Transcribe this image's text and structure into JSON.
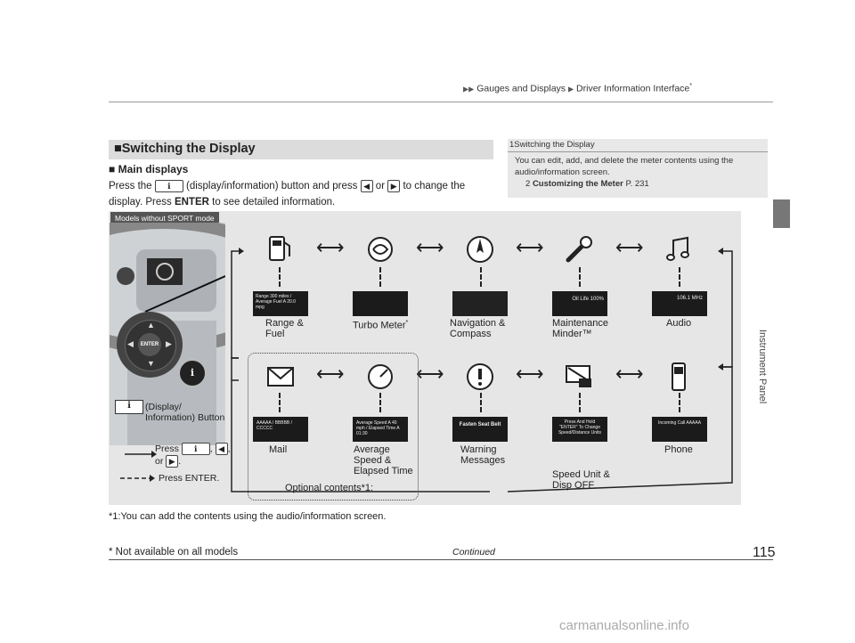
{
  "header": {
    "section": "Gauges and Displays",
    "subsection": "Driver Information Interface",
    "asterisk": "*"
  },
  "side_label": "Instrument Panel",
  "section_title": "Switching the Display",
  "subsection": "Main displays",
  "body": {
    "p1": "Press the",
    "p2": "(display/information) button and press",
    "p3": "or",
    "p4": "to change the display. Press",
    "enter": "ENTER",
    "p5": "to see detailed information."
  },
  "note": {
    "title": "Switching the Display",
    "text": "You can edit, add, and delete the meter contents using the audio/information screen.",
    "ref_title": "Customizing the Meter",
    "ref_page": "P. 231"
  },
  "figure": {
    "badge": "Models without SPORT mode",
    "enter_label": "ENTER",
    "info_button_label": "(Display/ Information) Button",
    "legend_press": "Press",
    "legend_or": "or",
    "legend_press_enter": "Press ENTER.",
    "top_row": [
      "Range & Fuel",
      "Turbo Meter",
      "Navigation & Compass",
      "Maintenance Minder™",
      "Audio"
    ],
    "bottom_row": [
      "Mail",
      "Average Speed & Elapsed Time",
      "Warning Messages",
      "Speed Unit & Disp OFF",
      "Phone"
    ],
    "optional": "Optional contents*1:",
    "screens": {
      "range": "Range 300 miles / Average Fuel A 20.0 mpg",
      "oil": "Oil Life 100%",
      "audio": "106.1 MHz",
      "avg": "Average Speed A 40 mph / Elapsed Time A 01:30",
      "warn": "Fasten Seat Belt",
      "speedunit": "Press And Hold \"ENTER\" To Change Speed/Distance Units",
      "phone": "Incoming Call AAAAA",
      "mail": "AAAAA / BBBBB / CCCCC"
    }
  },
  "footnote": "*1:You can add the contents using the audio/information screen.",
  "not_available": "* Not available on all models",
  "continued": "Continued",
  "page_number": "115",
  "watermark": "carmanualsonline.info"
}
